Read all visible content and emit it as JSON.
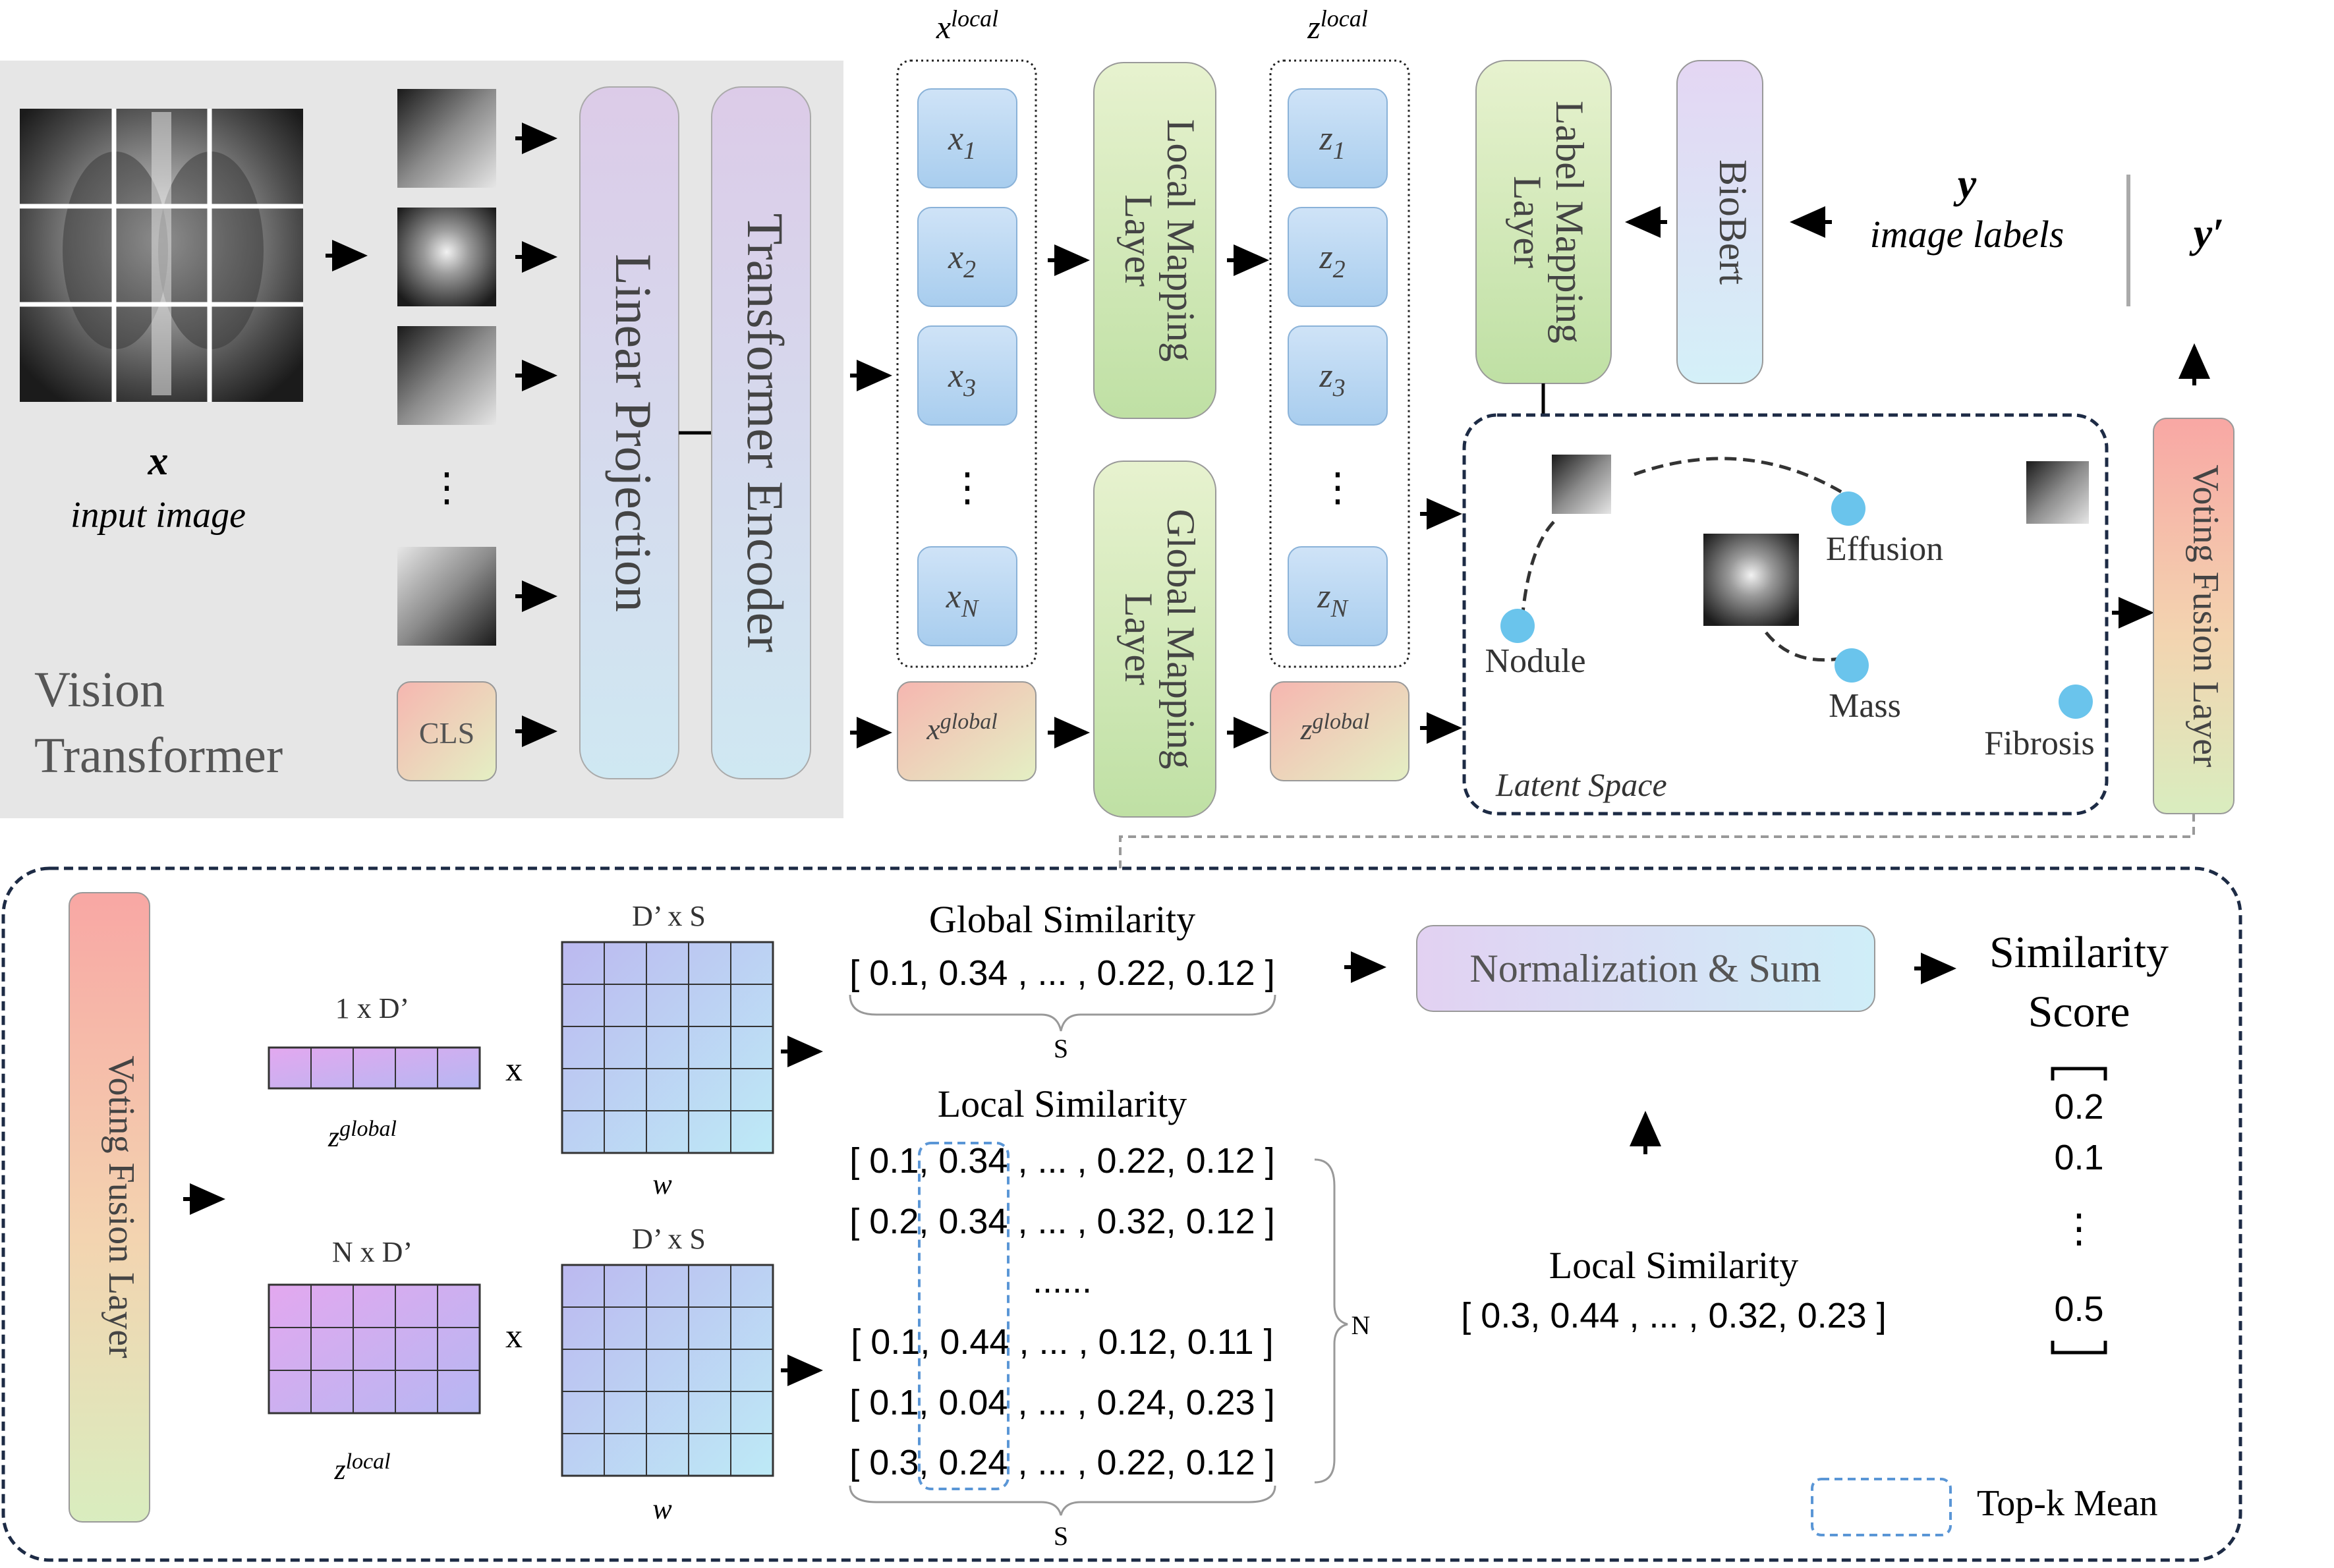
{
  "vit": {
    "title_line1": "Vision",
    "title_line2": "Transformer",
    "input_symbol": "x",
    "input_caption": "input image",
    "cls_label": "CLS",
    "ellipsis": "⋮",
    "linear_projection": "Linear Projection",
    "transformer_encoder": "Transformer Encoder"
  },
  "tokens": {
    "local_title_base": "x",
    "local_title_sup": "local",
    "x_items": [
      {
        "base": "x",
        "sub": "1"
      },
      {
        "base": "x",
        "sub": "2"
      },
      {
        "base": "x",
        "sub": "3"
      },
      {
        "base": "x",
        "sub": "N"
      }
    ],
    "global_base": "x",
    "global_sup": "global",
    "z_local_title_base": "z",
    "z_local_title_sup": "local",
    "z_items": [
      {
        "base": "z",
        "sub": "1"
      },
      {
        "base": "z",
        "sub": "2"
      },
      {
        "base": "z",
        "sub": "3"
      },
      {
        "base": "z",
        "sub": "N"
      }
    ],
    "z_global_base": "z",
    "z_global_sup": "global",
    "ellipsis": "⋮"
  },
  "layers": {
    "local_mapping": [
      "Local Mapping",
      "Layer"
    ],
    "global_mapping": [
      "Global Mapping",
      "Layer"
    ],
    "label_mapping": [
      "Label Mapping",
      "Layer"
    ],
    "biobert": "BioBert",
    "voting_fusion": "Voting Fusion Layer"
  },
  "labels": {
    "y": "y",
    "image_labels": "image labels",
    "y_prime": "y′"
  },
  "latent": {
    "title": "Latent Space",
    "points": [
      "Effusion",
      "Nodule",
      "Mass",
      "Fibrosis"
    ]
  },
  "bottom": {
    "voting_fusion": "Voting Fusion Layer",
    "dim_1xD": "1 x D’",
    "dim_NxD": "N x D’",
    "dim_DxS_top": "D’ x S",
    "dim_DxS_bottom": "D’ x S",
    "times": "x",
    "z_base": "z",
    "z_global_sup": "global",
    "z_local_sup": "local",
    "w_label": "w",
    "global_similarity_title": "Global Similarity",
    "global_similarity_row": "[ 0.1, 0.34 , ... , 0.22, 0.12 ]",
    "local_similarity_title": "Local Similarity",
    "local_rows": [
      "[ 0.1, 0.34 , ... , 0.22, 0.12 ]",
      "[ 0.2, 0.34 , ... , 0.32, 0.12 ]",
      "......",
      "[ 0.1, 0.44 , ... , 0.12, 0.11 ]",
      "[ 0.1, 0.04 , ... , 0.24, 0.23 ]",
      "[ 0.3, 0.24 , ... , 0.22, 0.12 ]"
    ],
    "brace_S": "S",
    "brace_N": "N",
    "norm_sum": "Normalization & Sum",
    "similarity_score": [
      "Similarity",
      "Score"
    ],
    "score_values": [
      "0.2",
      "0.1",
      "⋮",
      "0.5"
    ],
    "local_similarity_agg_title": "Local Similarity",
    "local_similarity_agg_row": "[ 0.3, 0.44 , ... , 0.32, 0.23 ]",
    "topk_legend": "Top-k Mean"
  }
}
